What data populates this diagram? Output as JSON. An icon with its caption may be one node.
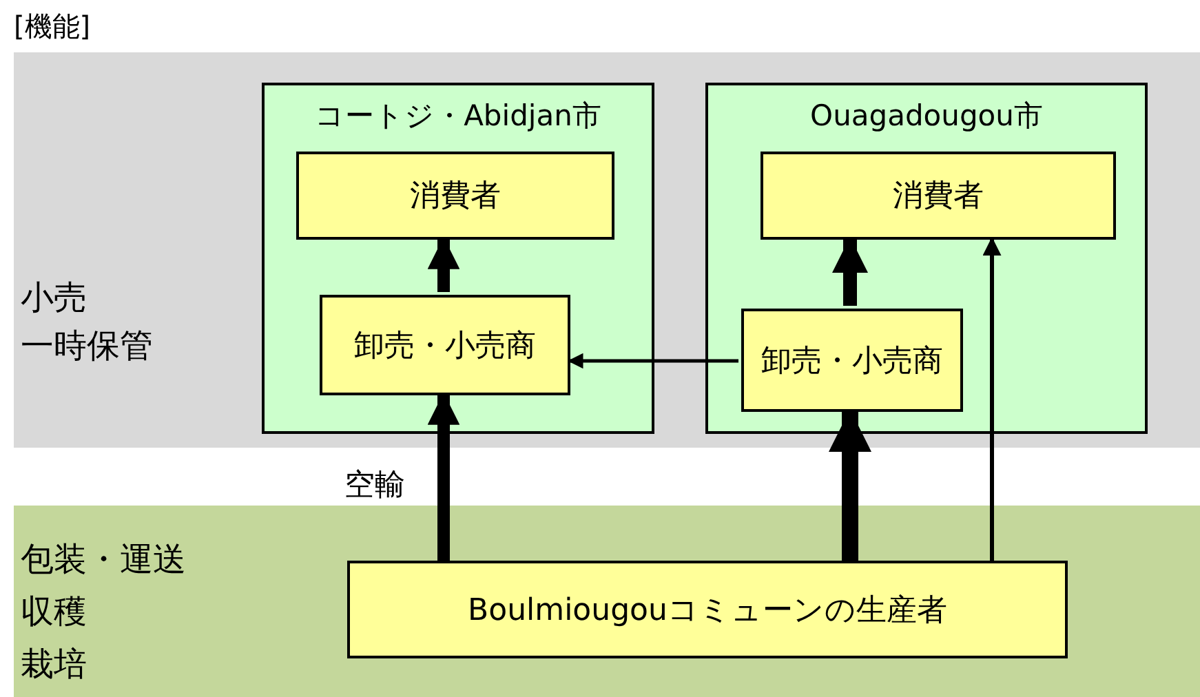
{
  "diagram": {
    "nodes": [
      {
        "text": [
          "小売",
          "一時保管"
        ]
      },
      {
        "text": [
          "コートジ・Abidjan市"
        ],
        "in": 0
      },
      {
        "text": [
          "消費者"
        ],
        "in": 1
      },
      {
        "text": [
          "卸売・小売商"
        ],
        "in": 1
      },
      {
        "text": [
          "Ouagadougou市"
        ],
        "in": 0
      },
      {
        "text": [
          "消費者"
        ],
        "in": 4
      },
      {
        "text": [
          "卸売・小売商"
        ],
        "in": 4
      },
      {
        "text": [
          "包装・運送",
          "収穫",
          "栽培"
        ]
      },
      {
        "text": [
          "Boulmiougouコミューンの生産者"
        ],
        "in": 7
      }
    ],
    "edges": [
      {
        "from": 3,
        "to": 2,
        "arrow": "to"
      },
      {
        "from": 6,
        "to": 3,
        "arrow": "to"
      },
      {
        "from": 8,
        "to": 3,
        "arrow": "to",
        "label": "空輸"
      },
      {
        "from": 8,
        "to": 6,
        "arrow": "to"
      },
      {
        "from": 6,
        "to": 5,
        "arrow": "to"
      },
      {
        "from": 8,
        "to": 5,
        "arrow": "to"
      }
    ],
    "labels": [
      "[機能]"
    ]
  }
}
